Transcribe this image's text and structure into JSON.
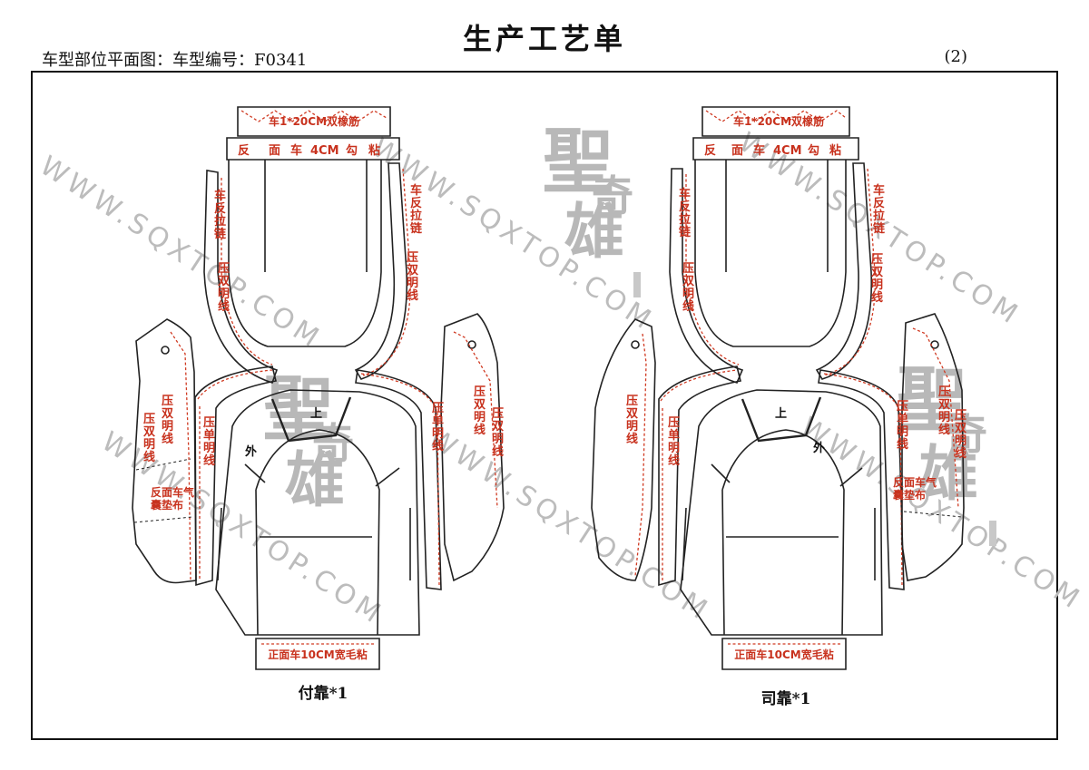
{
  "header": {
    "title": "生产工艺单",
    "subtitle": "车型部位平面图：车型编号：F0341",
    "page_number": "(2)"
  },
  "watermark": {
    "url_text": "WWW.SQXTOP.COM",
    "logo_chars": [
      "聖",
      "奇",
      "雄"
    ]
  },
  "left_pattern": {
    "caption": "付靠*1",
    "labels": {
      "top_band": "车1*20CM双橡筋",
      "back_row": [
        "反",
        "面",
        "车",
        "4CM",
        "勾",
        "粘"
      ],
      "zipper_left": "车反拉链",
      "zipper_right": "车反拉链",
      "double_line_left_upper": "压双明线",
      "double_line_right_upper": "压双明线",
      "far_left_panel": "压双明线",
      "far_left_panel_inner": "压双明线",
      "inner_left_single": "压单明线",
      "inner_right_single": "压单明线",
      "far_right_panel": "压双明线",
      "far_right_panel_outer": "压双明线",
      "airbag": "反面车气囊垫布",
      "top_mark": "上",
      "outer_mark": "外",
      "bottom_band": "正面车10CM宽毛粘"
    }
  },
  "right_pattern": {
    "caption": "司靠*1",
    "labels": {
      "top_band": "车1*20CM双橡筋",
      "back_row": [
        "反",
        "面",
        "车",
        "4CM",
        "勾",
        "粘"
      ],
      "zipper_left": "车反拉链",
      "zipper_right": "车反拉链",
      "double_line_left_upper": "压双明线",
      "double_line_right_upper": "压双明线",
      "far_left_panel": "压双明线",
      "inner_left_single": "压单明线",
      "inner_right_single": "压单明线",
      "far_right_panel": "压双明线",
      "far_right_panel_outer": "压双明线",
      "airbag": "反面车气囊垫布",
      "top_mark": "上",
      "outer_mark": "外",
      "bottom_band": "正面车10CM宽毛粘"
    }
  }
}
